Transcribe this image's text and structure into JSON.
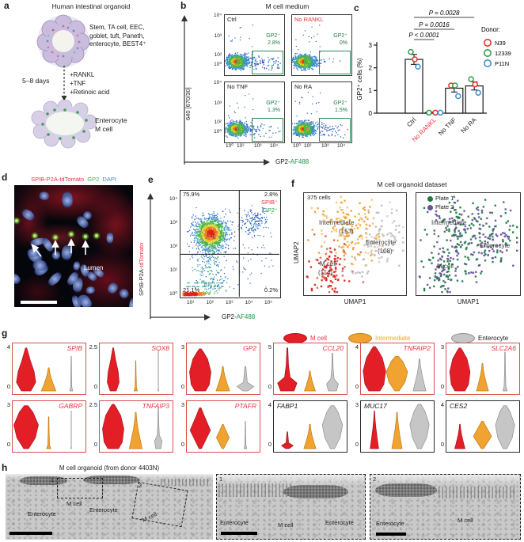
{
  "a": {
    "label": "a",
    "title": "Human intestinal organoid",
    "cell_types": [
      "Stem, TA cell, EEC,",
      "goblet, tuft, Paneth,",
      "enterocyte, BEST4⁺"
    ],
    "duration": "5–8 days",
    "treatments": [
      "+RANKL",
      "+TNF",
      "+Retinoic acid"
    ],
    "result": [
      "Enterocyte",
      "M cell"
    ]
  },
  "b": {
    "label": "b",
    "y_tick_exps": [
      4,
      3,
      2,
      0
    ],
    "x_tick_exps": [
      0,
      2,
      3,
      4
    ],
    "x_axis_pre": "GP2-",
    "x_axis_dye": "AF488",
    "y_axis": "640 [670/30]"
  },
  "c": {
    "label": "c"
  },
  "d": {
    "label": "d",
    "title": [
      {
        "t": "SPIB-P2A-tdTomato",
        "c": "#e8333f"
      },
      {
        "t": "GP2",
        "c": "#3cb54a"
      },
      {
        "t": "DAPI",
        "c": "#4a86d8"
      }
    ],
    "lumen": "Lumen"
  },
  "e": {
    "label": "e",
    "y_axis": [
      {
        "t": "SPIB-P2A-",
        "c": "#1a1a1a"
      },
      {
        "t": "tdTomato",
        "c": "#e8333f"
      }
    ],
    "x_axis_pre": "GP2-",
    "x_axis_dye": "AF488",
    "tr_labels": [
      {
        "t": "SPIB⁺",
        "c": "#e8333f"
      },
      {
        "t": "GP2⁺",
        "c": "#2f9e4f"
      }
    ],
    "y_tick_exps": [
      4,
      3,
      2,
      1,
      0
    ],
    "x_tick_exps": [
      1,
      2,
      3,
      4,
      5
    ]
  },
  "f": {
    "label": "f",
    "left_labels": [
      {
        "name": "Intermediate",
        "count": "(153)"
      },
      {
        "name": "Enterocyte",
        "count": "(108)"
      },
      {
        "name": "M cell",
        "count": "(114)"
      }
    ],
    "right_labels": [
      "Intermediate",
      "Enterocyte",
      "M cell"
    ],
    "legend": [
      {
        "name": "Plate 1",
        "color": "#1e7a45"
      },
      {
        "name": "Plate 2",
        "color": "#6b4fa0"
      }
    ]
  },
  "g": {
    "label": "g",
    "legend": [
      {
        "name": "M cell",
        "fill": "#e31e26",
        "stroke": "#a8141a",
        "text": "#e8333f"
      },
      {
        "name": "Intermediate",
        "fill": "#f0a330",
        "stroke": "#c07a18",
        "text": "#f0a330"
      },
      {
        "name": "Enterocyte",
        "fill": "#c6c6c6",
        "stroke": "#8f8f8f",
        "text": "#1a1a1a"
      }
    ]
  },
  "h": {
    "label": "h",
    "title": "M cell organoid (from donor 4403N)",
    "box_nums": [
      "1",
      "2"
    ],
    "main_labels": [
      "M cell",
      "Enterocyte",
      "Enterocyte",
      "M cell"
    ],
    "inset1_labels": [
      "Enterocyte",
      "M cell",
      "Enterocyte"
    ],
    "inset2_labels": [
      "Enterocyte",
      "M cell"
    ]
  },
  "chart_data": [
    {
      "id": "b",
      "type": "flow-density",
      "title": "M cell medium",
      "xlabel": "GP2-AF488",
      "ylabel": "640 [670/30]",
      "gate_label": "GP2⁺",
      "x_range_exp": [
        0,
        4
      ],
      "y_range_exp": [
        0,
        4
      ],
      "conditions": [
        {
          "name": "Ctrl",
          "pct": "2.8%",
          "tail": 70,
          "name_color": "#1a1a1a"
        },
        {
          "name": "No RANKL",
          "pct": "0%",
          "tail": 4,
          "name_color": "#e8333f"
        },
        {
          "name": "No TNF",
          "pct": "1.3%",
          "tail": 34,
          "name_color": "#1a1a1a"
        },
        {
          "name": "No RA",
          "pct": "1.5%",
          "tail": 40,
          "name_color": "#1a1a1a"
        }
      ]
    },
    {
      "id": "c",
      "type": "bar",
      "ylabel": "GP2⁺ cells (%)",
      "ylim": [
        0,
        3
      ],
      "yticks": [
        0,
        1,
        2,
        3
      ],
      "categories": [
        "Ctrl",
        "No RANKL",
        "No TNF",
        "No RA"
      ],
      "cat_colors": [
        "#1a1a1a",
        "#e8333f",
        "#1a1a1a",
        "#1a1a1a"
      ],
      "values": [
        2.37,
        0.03,
        1.1,
        1.2
      ],
      "errors": [
        0.22,
        0.02,
        0.17,
        0.18
      ],
      "legend_title": "Donor:",
      "donors": [
        {
          "name": "N39",
          "color": "#e63229"
        },
        {
          "name": "12339",
          "color": "#2f9e4f"
        },
        {
          "name": "P11N",
          "color": "#3b8fd4"
        }
      ],
      "points": [
        [
          [
            2.7,
            1
          ],
          [
            2.37,
            0
          ],
          [
            2.05,
            2
          ]
        ],
        [
          [
            0.02,
            1
          ],
          [
            0.02,
            0
          ],
          [
            0.02,
            2
          ]
        ],
        [
          [
            1.22,
            0
          ],
          [
            1.22,
            1
          ],
          [
            0.75,
            2
          ]
        ],
        [
          [
            1.5,
            1
          ],
          [
            1.27,
            0
          ],
          [
            0.9,
            2
          ]
        ]
      ],
      "pvalues": [
        {
          "text": "P = 0.0028",
          "from": 0,
          "to": 3
        },
        {
          "text": "P = 0.0016",
          "from": 0,
          "to": 2
        },
        {
          "text": "P < 0.0001",
          "from": 0,
          "to": 1
        }
      ]
    },
    {
      "id": "e",
      "type": "flow-density",
      "xlabel": "GP2-AF488",
      "ylabel": "SPIB-P2A-tdTomato",
      "x_range_exp": [
        1,
        5
      ],
      "y_range_exp": [
        0,
        4
      ],
      "quadrants": {
        "tl": "75.9%",
        "tr": "2.8%",
        "bl": "21.1%",
        "br": "0.2%"
      }
    },
    {
      "id": "f",
      "type": "scatter",
      "title": "M cell organoid dataset",
      "total": "375 cells",
      "xlabel": "UMAP1",
      "ylabel": "UMAP2",
      "clusters": [
        {
          "name": "M cell",
          "n": 114,
          "color": "#d8281e"
        },
        {
          "name": "Intermediate",
          "n": 153,
          "color": "#efa032"
        },
        {
          "name": "Enterocyte",
          "n": 108,
          "color": "#bdbdbd"
        }
      ],
      "plates": [
        "Plate 1",
        "Plate 2"
      ]
    },
    {
      "id": "g",
      "type": "violin",
      "groups": [
        "M cell",
        "Intermediate",
        "Enterocyte"
      ],
      "panels": [
        {
          "gene": "SPIB",
          "ymax": "4",
          "frame": "red",
          "labelpos": "tr",
          "v": [
            {
              "p": "bulb",
              "h": 0.97,
              "w": 1.0
            },
            {
              "p": "tri",
              "h": 0.52,
              "w": 0.85
            },
            {
              "p": "spike",
              "h": 0.78,
              "w": 0.3
            }
          ]
        },
        {
          "gene": "SOX8",
          "ymax": "2.5",
          "frame": "red",
          "labelpos": "tr",
          "v": [
            {
              "p": "bulb",
              "h": 0.97,
              "w": 0.62
            },
            {
              "p": "spike",
              "h": 0.68,
              "w": 0.35
            },
            {
              "p": "line",
              "h": 0.92,
              "w": 0.15
            }
          ]
        },
        {
          "gene": "GP2",
          "ymax": "3",
          "frame": "red",
          "labelpos": "tr",
          "v": [
            {
              "p": "full",
              "h": 0.95,
              "w": 1.0
            },
            {
              "p": "tri",
              "h": 0.55,
              "w": 0.8
            },
            {
              "p": "tiny",
              "h": 0.55,
              "w": 0.8
            }
          ]
        },
        {
          "gene": "CCL20",
          "ymax": "5",
          "frame": "red",
          "labelpos": "tr",
          "v": [
            {
              "p": "basespike",
              "h": 0.97,
              "w": 0.9
            },
            {
              "p": "tri",
              "h": 0.45,
              "w": 0.65
            },
            {
              "p": "basespike",
              "h": 0.85,
              "w": 0.55
            }
          ]
        },
        {
          "gene": "TNFAIP2",
          "ymax": "4",
          "frame": "red",
          "labelpos": "tr",
          "v": [
            {
              "p": "full",
              "h": 1.0,
              "w": 1.05
            },
            {
              "p": "blob",
              "h": 0.78,
              "w": 1.0
            },
            {
              "p": "tri",
              "h": 0.72,
              "w": 0.75
            }
          ]
        },
        {
          "gene": "SLC2A6",
          "ymax": "3",
          "frame": "red",
          "labelpos": "tr",
          "v": [
            {
              "p": "full",
              "h": 0.97,
              "w": 0.95
            },
            {
              "p": "tri",
              "h": 0.62,
              "w": 0.7
            },
            {
              "p": "spike",
              "h": 0.88,
              "w": 0.45
            }
          ]
        },
        {
          "gene": "GABRP",
          "ymax": "3",
          "frame": "red",
          "labelpos": "tr",
          "v": [
            {
              "p": "blob",
              "h": 0.97,
              "w": 1.15
            },
            {
              "p": "spike",
              "h": 0.72,
              "w": 0.45
            },
            {
              "p": "line",
              "h": 0.85,
              "w": 0.12
            }
          ]
        },
        {
          "gene": "TNFAIP3",
          "ymax": "2.5",
          "frame": "red",
          "labelpos": "tr",
          "v": [
            {
              "p": "full",
              "h": 1.0,
              "w": 1.0
            },
            {
              "p": "tri",
              "h": 0.82,
              "w": 0.75
            },
            {
              "p": "basespike",
              "h": 0.95,
              "w": 0.35
            }
          ]
        },
        {
          "gene": "PTAFR",
          "ymax": "3",
          "frame": "red",
          "labelpos": "tr",
          "v": [
            {
              "p": "diamond",
              "h": 0.92,
              "w": 0.95
            },
            {
              "p": "diamond",
              "h": 0.55,
              "w": 0.6
            },
            {
              "p": "spike",
              "h": 0.62,
              "w": 0.3
            }
          ]
        },
        {
          "gene": "FABP1",
          "ymax": "4",
          "frame": "black",
          "labelpos": "tl",
          "v": [
            {
              "p": "tiny",
              "h": 0.38,
              "w": 0.55
            },
            {
              "p": "tri",
              "h": 0.55,
              "w": 0.7
            },
            {
              "p": "blob",
              "h": 0.97,
              "w": 0.95
            }
          ]
        },
        {
          "gene": "MUC17",
          "ymax": "3",
          "frame": "black",
          "labelpos": "tl",
          "v": [
            {
              "p": "tri",
              "h": 0.85,
              "w": 0.5
            },
            {
              "p": "tri",
              "h": 0.82,
              "w": 0.6
            },
            {
              "p": "blob",
              "h": 1.0,
              "w": 0.9
            }
          ]
        },
        {
          "gene": "CES2",
          "ymax": "4",
          "frame": "black",
          "labelpos": "tl",
          "v": [
            {
              "p": "tri",
              "h": 0.55,
              "w": 0.6
            },
            {
              "p": "diamond",
              "h": 0.62,
              "w": 0.85
            },
            {
              "p": "blob",
              "h": 0.97,
              "w": 0.9
            }
          ]
        }
      ]
    }
  ]
}
